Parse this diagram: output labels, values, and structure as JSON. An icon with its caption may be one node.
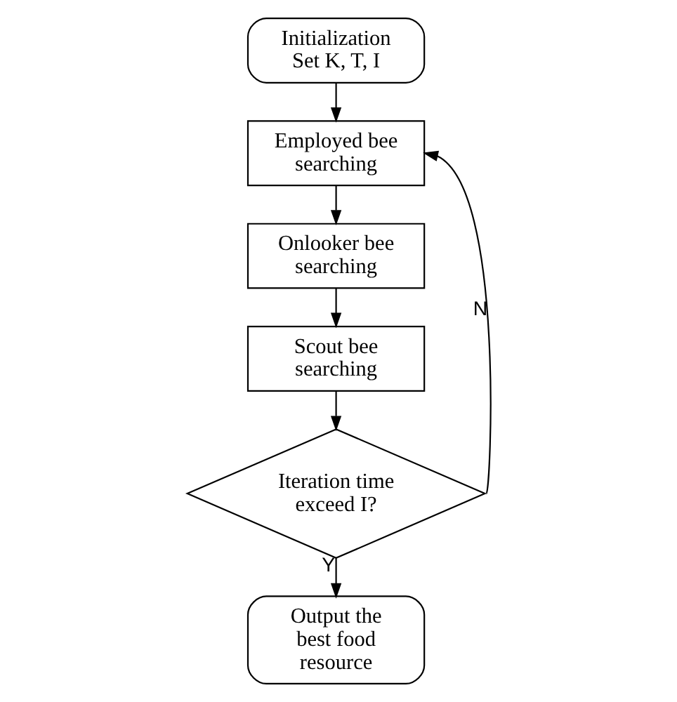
{
  "diagram": {
    "nodes": [
      {
        "text": [
          "Initialization Set K, T, I"
        ]
      },
      {
        "text": [
          "Employed bee searching"
        ]
      },
      {
        "text": [
          "Onlooker bee searching"
        ]
      },
      {
        "text": [
          "Scout bee searching"
        ]
      },
      {
        "text": [
          "Iteration time exceed I?"
        ]
      },
      {
        "text": [
          "Output the best food resource"
        ]
      }
    ],
    "edges": [
      {
        "from": 0,
        "to": 1,
        "arrow": "to"
      },
      {
        "from": 1,
        "to": 2,
        "arrow": "to"
      },
      {
        "from": 2,
        "to": 3,
        "arrow": "to"
      },
      {
        "from": 3,
        "to": 4,
        "arrow": "to"
      },
      {
        "from": 4,
        "to": 1,
        "arrow": "to",
        "label": "N"
      },
      {
        "from": 4,
        "to": 5,
        "arrow": "to",
        "label": "Y"
      }
    ]
  }
}
